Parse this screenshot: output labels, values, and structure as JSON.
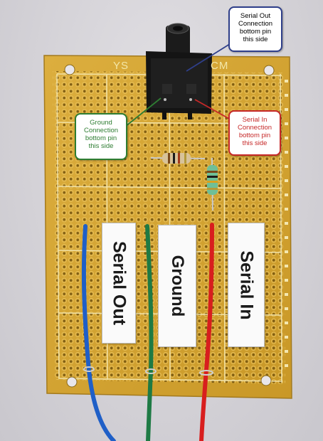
{
  "callouts": {
    "serial_out": "Serial Out\nConnection\nbottom pin\nthis side",
    "ground": "Ground\nConnection\nbottom pin\nthis side",
    "serial_in": "Serial In\nConnection\nbottom pin\nthis side"
  },
  "labels": {
    "serial_out": "Serial Out",
    "ground": "Ground",
    "serial_in": "Serial In"
  },
  "board_text": {
    "left": "YS",
    "right": "CM"
  },
  "colors": {
    "board": "#d4a534",
    "wire_blue": "#1f5fc7",
    "wire_green": "#1e7a44",
    "wire_red": "#d81e1e",
    "callout_blue": "#2f3f8a",
    "callout_green": "#2e7d32",
    "callout_red": "#c62828"
  }
}
